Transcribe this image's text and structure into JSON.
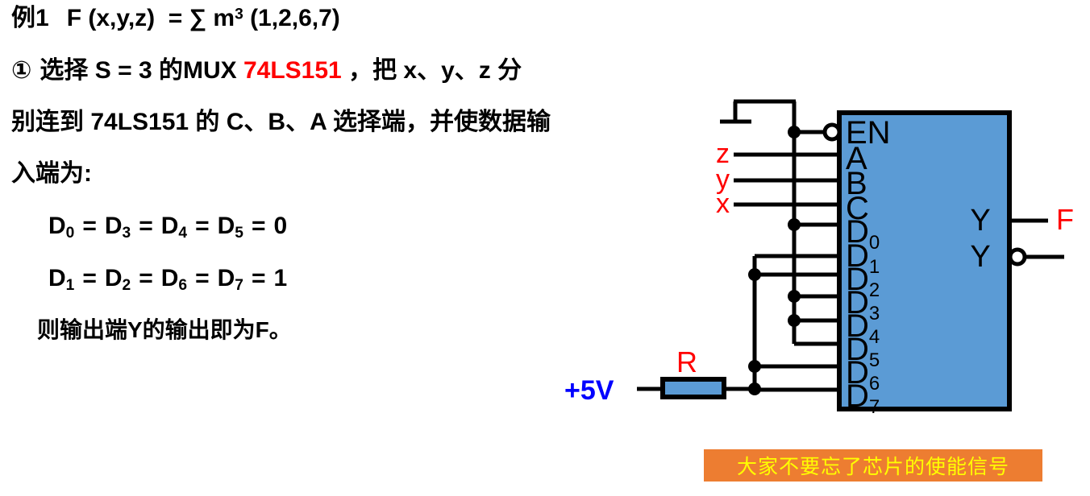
{
  "slide": {
    "title_line": "例1    F (x,y,z)  = ∑ m³ (1,2,6,7)",
    "example_label": "例1",
    "function_expr": "F (x,y,z)  = ∑ m³ (1,2,6,7)",
    "minterm_symbol": "∑",
    "minterm_var": "m",
    "minterm_superscript": "3",
    "minterm_list": "(1,2,6,7)"
  },
  "body": {
    "step_marker": "①",
    "line2_a": "选择 S = 3 的MUX ",
    "line2_chip": "74LS151",
    "line2_b": " ，把 x、y、z 分",
    "line3": "别连到 74LS151 的 C、B、A 选择端，并使数据输",
    "line4": "入端为:",
    "eq_zero": "D₀ = D₃ = D₄ = D₅ = 0",
    "eq_one": "D₁ = D₂ = D₆ = D₇ = 1",
    "conclusion": "则输出端Y的输出即为F。"
  },
  "equations": {
    "zero_group": {
      "terms": [
        "D0",
        "D3",
        "D4",
        "D5"
      ],
      "value": "0",
      "letter": "D",
      "subs": [
        "0",
        "3",
        "4",
        "5"
      ]
    },
    "one_group": {
      "terms": [
        "D1",
        "D2",
        "D6",
        "D7"
      ],
      "value": "1",
      "letter": "D",
      "subs": [
        "1",
        "2",
        "6",
        "7"
      ]
    },
    "equals": "="
  },
  "circuit": {
    "chip_name": "74LS151",
    "chip_fill": "#5B9BD5",
    "chip_stroke": "#000000",
    "wire_color": "#000000",
    "input_labels": [
      {
        "name": "z",
        "color": "#ff0000"
      },
      {
        "name": "y",
        "color": "#ff0000"
      },
      {
        "name": "x",
        "color": "#ff0000"
      }
    ],
    "supply_label": "+5V",
    "supply_color": "#0000ff",
    "resistor_label": "R",
    "resistor_label_color": "#ff0000",
    "resistor_fill": "#5B9BD5",
    "output_label": "F",
    "output_label_color": "#ff0000",
    "pins": [
      {
        "name": "EN",
        "base": "EN",
        "sub": "",
        "inverted": true
      },
      {
        "name": "A",
        "base": "A",
        "sub": "",
        "inverted": false
      },
      {
        "name": "B",
        "base": "B",
        "sub": "",
        "inverted": false
      },
      {
        "name": "C",
        "base": "C",
        "sub": "",
        "inverted": false
      },
      {
        "name": "D0",
        "base": "D",
        "sub": "0",
        "inverted": false
      },
      {
        "name": "D1",
        "base": "D",
        "sub": "1",
        "inverted": false
      },
      {
        "name": "D2",
        "base": "D",
        "sub": "2",
        "inverted": false
      },
      {
        "name": "D3",
        "base": "D",
        "sub": "3",
        "inverted": false
      },
      {
        "name": "D4",
        "base": "D",
        "sub": "4",
        "inverted": false
      },
      {
        "name": "D5",
        "base": "D",
        "sub": "5",
        "inverted": false
      },
      {
        "name": "D6",
        "base": "D",
        "sub": "6",
        "inverted": false
      },
      {
        "name": "D7",
        "base": "D",
        "sub": "7",
        "inverted": false
      }
    ],
    "outputs": [
      {
        "name": "Y",
        "label": "Y",
        "inverted": false,
        "external": "F"
      },
      {
        "name": "Yn",
        "label": "Y",
        "inverted": true,
        "external": ""
      }
    ]
  },
  "banner": {
    "text": "大家不要忘了芯片的使能信号",
    "background": "#ED7D31",
    "text_color": "#ffff00"
  }
}
